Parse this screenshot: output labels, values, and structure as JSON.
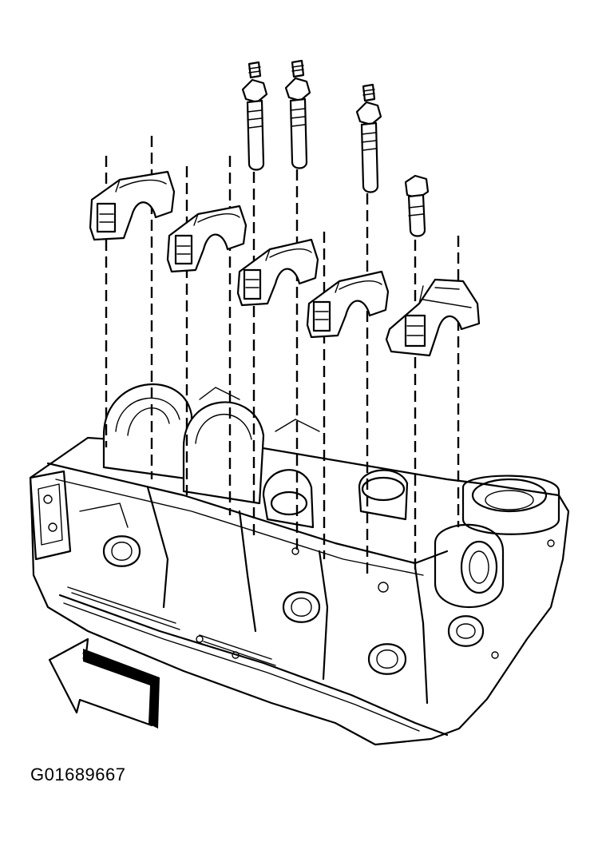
{
  "figure": {
    "caption": "G01689667"
  },
  "parts": {
    "bearing_caps": 5,
    "cap_bolts_shown": 4
  },
  "icons": {
    "direction_arrow": "front-direction-arrow-icon"
  }
}
